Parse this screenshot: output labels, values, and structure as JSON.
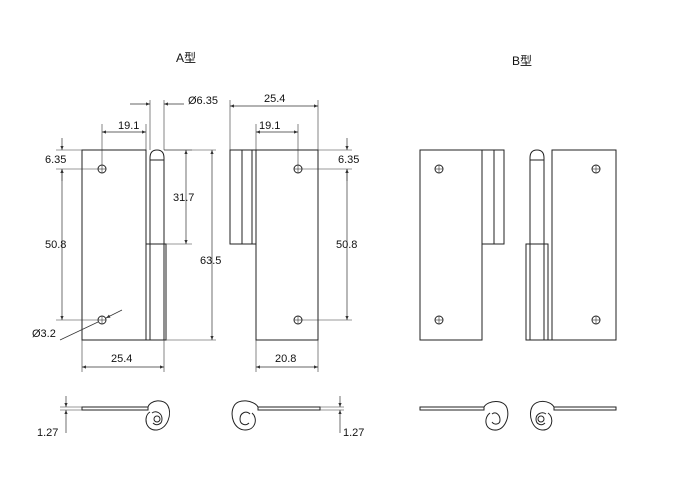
{
  "titles": {
    "a": "A型",
    "b": "B型"
  },
  "dims": {
    "top_left_width": "19.1",
    "pin_dia": "Ø6.35",
    "top_right_width": "25.4",
    "top_right_inner": "19.1",
    "left_hole_offset": "6.35",
    "right_hole_offset": "6.35",
    "pin_len": "31.7",
    "left_hole_pitch": "50.8",
    "right_hole_pitch": "50.8",
    "total_height": "63.5",
    "hole_dia": "Ø3.2",
    "bottom_left_width": "25.4",
    "bottom_right_width": "20.8",
    "thickness_left": "1.27",
    "thickness_right": "1.27"
  },
  "colors": {
    "line": "#222222",
    "background": "#ffffff"
  }
}
